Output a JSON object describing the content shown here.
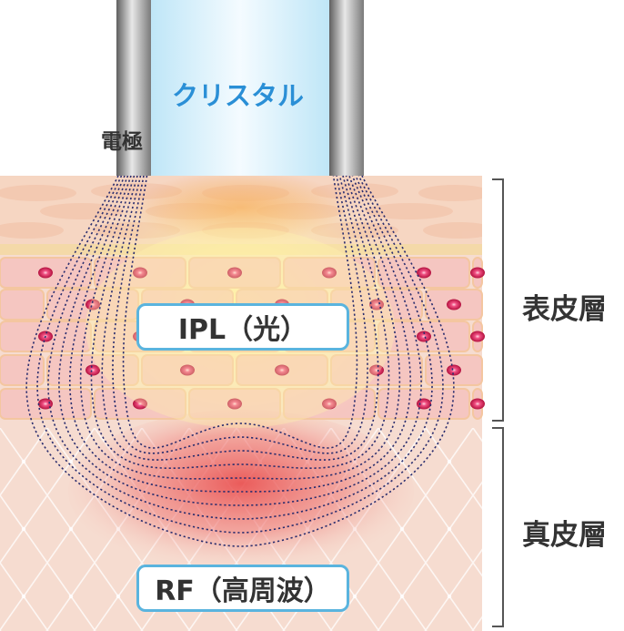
{
  "labels": {
    "crystal": "クリスタル",
    "electrode": "電極",
    "ipl": "IPL（光）",
    "rf": "RF（高周波）",
    "epidermis": "表皮層",
    "dermis": "真皮層"
  },
  "colors": {
    "box_border": "#5ab4de",
    "crystal_text": "#2a8fd6",
    "field_lines": "#2a2d6e",
    "cell_fill": "#f5b8b8",
    "nucleus": "#d6235b",
    "skin_top": "#f7d9c4",
    "dermis": "#f6dcd0",
    "hot_core": "#e94d4d"
  }
}
